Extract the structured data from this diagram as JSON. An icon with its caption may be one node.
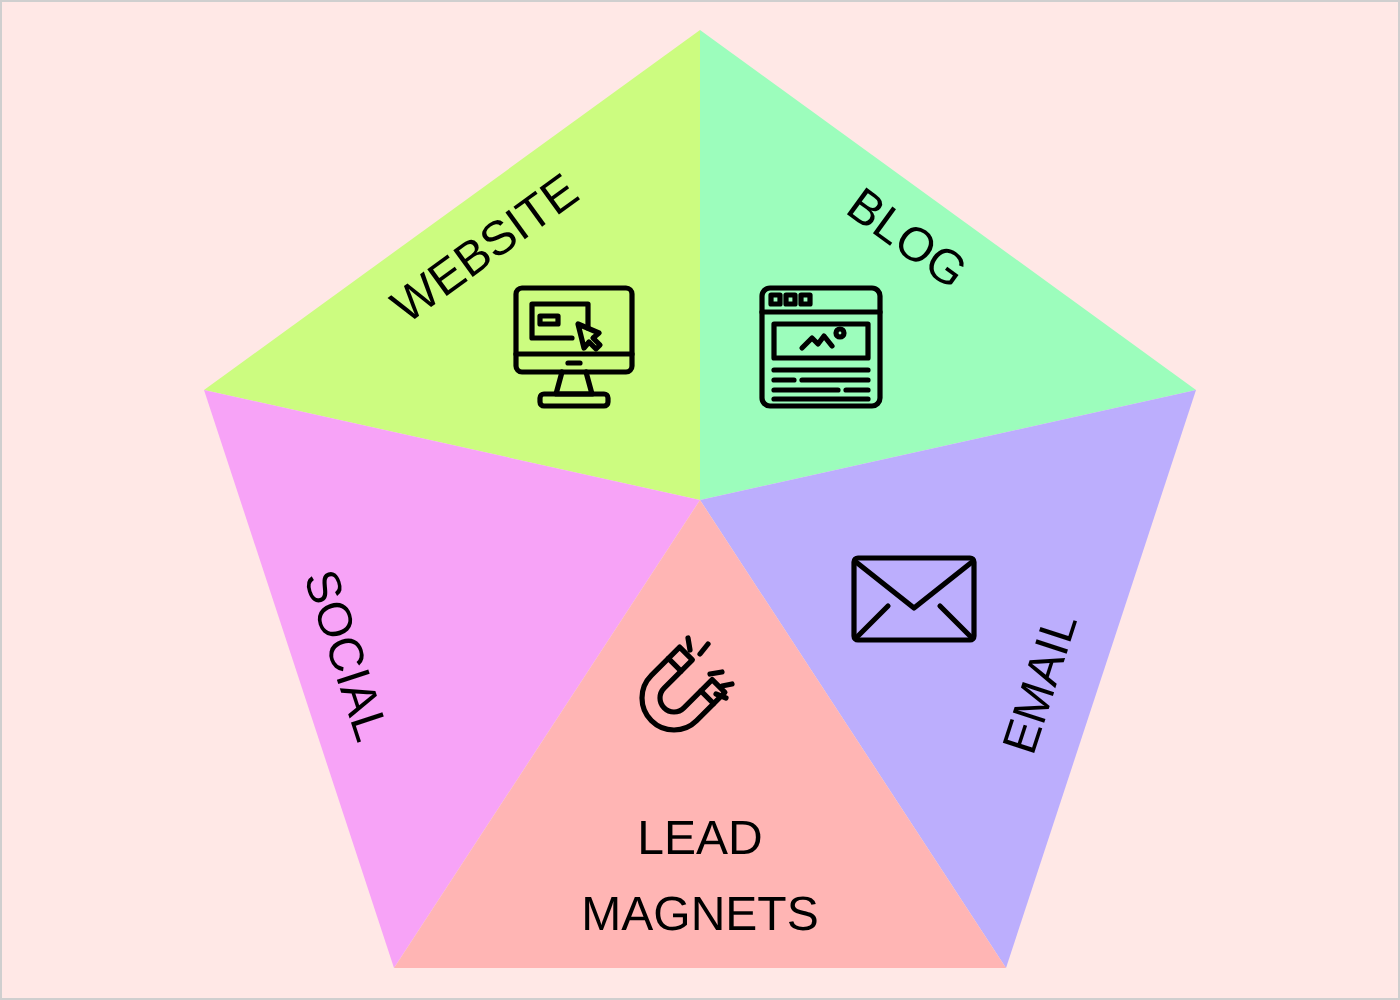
{
  "diagram": {
    "nodes": [
      {
        "text": [
          "WEBSITE"
        ]
      },
      {
        "text": [
          "BLOG"
        ]
      },
      {
        "text": [
          "SOCIAL"
        ]
      },
      {
        "text": [
          "EMAIL"
        ]
      },
      {
        "text": [
          "LEAD MAGNETS"
        ]
      }
    ]
  }
}
